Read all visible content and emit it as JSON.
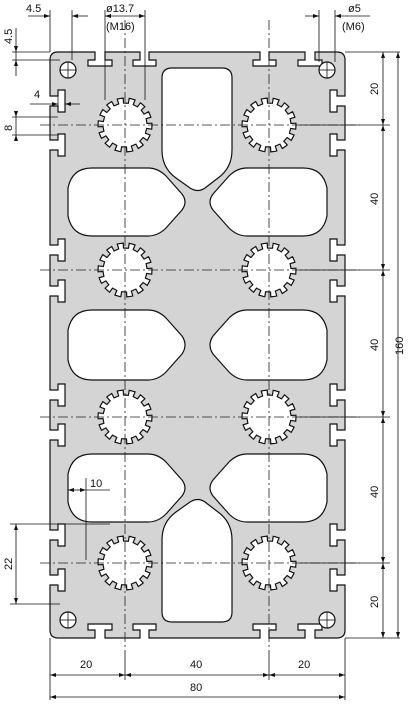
{
  "drawing": {
    "colors": {
      "profile_fill": "#d4d4d4",
      "stroke": "#111111",
      "cavity": "#ffffff"
    },
    "dimensions": {
      "top_left_offset": "4.5",
      "core_bore_diameter": "ø13.7",
      "core_bore_thread": "(M16)",
      "corner_hole_diameter": "ø5",
      "corner_hole_thread": "(M6)",
      "left_vertical_offset": "4.5",
      "slot_opening": "4",
      "slot_depth": "8",
      "wall_thickness": "10",
      "edge_offset": "22",
      "right_pitch_top": "20",
      "right_pitch_1": "40",
      "right_pitch_2": "40",
      "right_pitch_3": "40",
      "right_pitch_bottom": "20",
      "overall_height": "160",
      "bottom_left": "20",
      "bottom_middle": "40",
      "bottom_right": "20",
      "overall_width": "80"
    }
  }
}
